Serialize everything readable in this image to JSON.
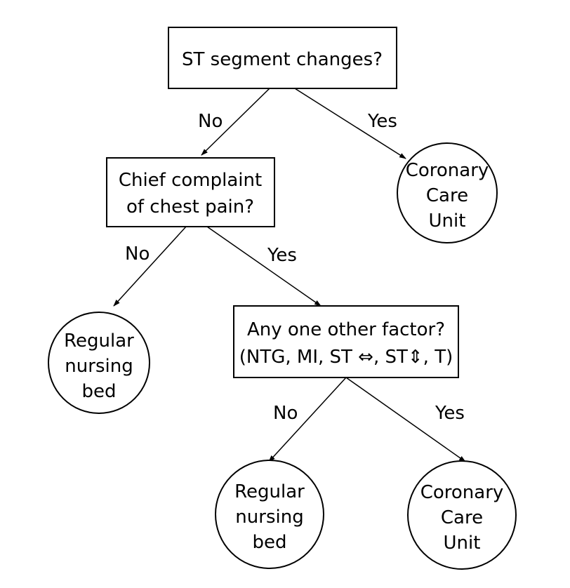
{
  "nodes": {
    "q1": {
      "lines": [
        "ST segment changes?"
      ]
    },
    "q2": {
      "lines": [
        "Chief complaint",
        "of chest pain?"
      ]
    },
    "q3": {
      "lines": [
        "Any one other factor?",
        "(NTG, MI, ST ⇔, ST⇕, T)"
      ]
    },
    "ccu_1": {
      "lines": [
        "Coronary",
        "Care",
        "Unit"
      ]
    },
    "bed_1": {
      "lines": [
        "Regular",
        "nursing",
        "bed"
      ]
    },
    "bed_2": {
      "lines": [
        "Regular",
        "nursing",
        "bed"
      ]
    },
    "ccu_2": {
      "lines": [
        "Coronary",
        "Care",
        "Unit"
      ]
    }
  },
  "edges": {
    "q1_no": "No",
    "q1_yes": "Yes",
    "q2_no": "No",
    "q2_yes": "Yes",
    "q3_no": "No",
    "q3_yes": "Yes"
  }
}
